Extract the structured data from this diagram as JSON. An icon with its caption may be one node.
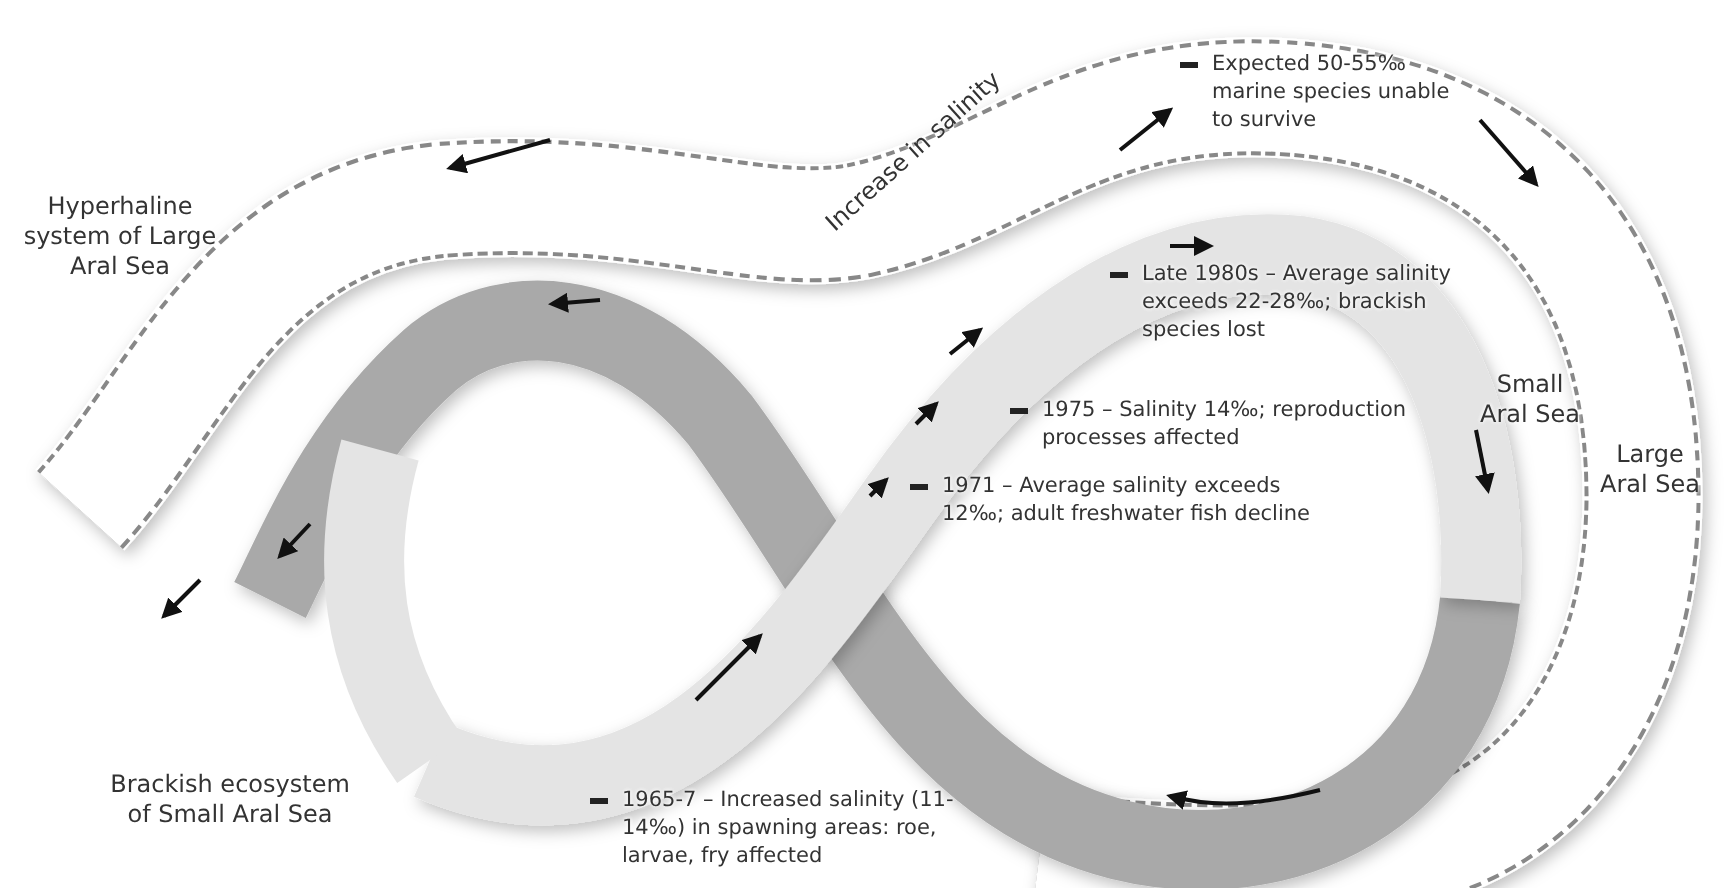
{
  "diagram": {
    "labels": [
      "Expected 50-55‰ marine species unable to survive",
      "Hyperhaline system of Large Aral Sea",
      "Increase in salinity",
      "Late 1980s – Average salinity exceeds 22-28‰; brackish species lost",
      "Small Aral Sea",
      "Large Aral Sea",
      "1975 – Salinity 14‰; reproduction processes affected",
      "1971 – Average salinity exceeds 12‰; adult freshwater fish decline",
      "Brackish ecosystem of Small Aral Sea",
      "1965-7 – Increased salinity (11-14‰) in spawning areas: roe, larvae, fry affected"
    ]
  }
}
